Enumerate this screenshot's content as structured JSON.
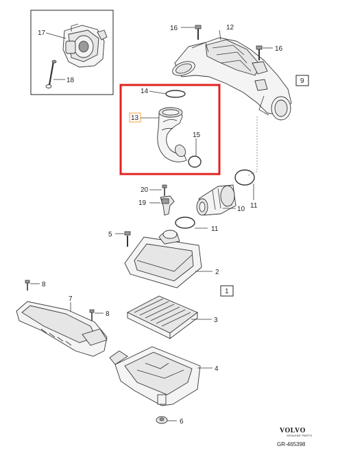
{
  "callouts": {
    "c1": "1",
    "c2": "2",
    "c3": "3",
    "c4": "4",
    "c5": "5",
    "c6": "6",
    "c7": "7",
    "c8a": "8",
    "c8b": "8",
    "c9": "9",
    "c10": "10",
    "c11a": "11",
    "c11b": "11",
    "c12": "12",
    "c13": "13",
    "c14": "14",
    "c15": "15",
    "c16a": "16",
    "c16b": "16",
    "c17": "17",
    "c18": "18",
    "c19": "19",
    "c20": "20"
  },
  "brand": {
    "name": "VOLVO",
    "tagline": "GENUINE PARTS",
    "reference": "GR-465398"
  },
  "colors": {
    "highlight_frame": "#e0221f",
    "highlight_label_border": "#f0a040",
    "line": "#333333",
    "part_fill": "#f4f4f4"
  }
}
